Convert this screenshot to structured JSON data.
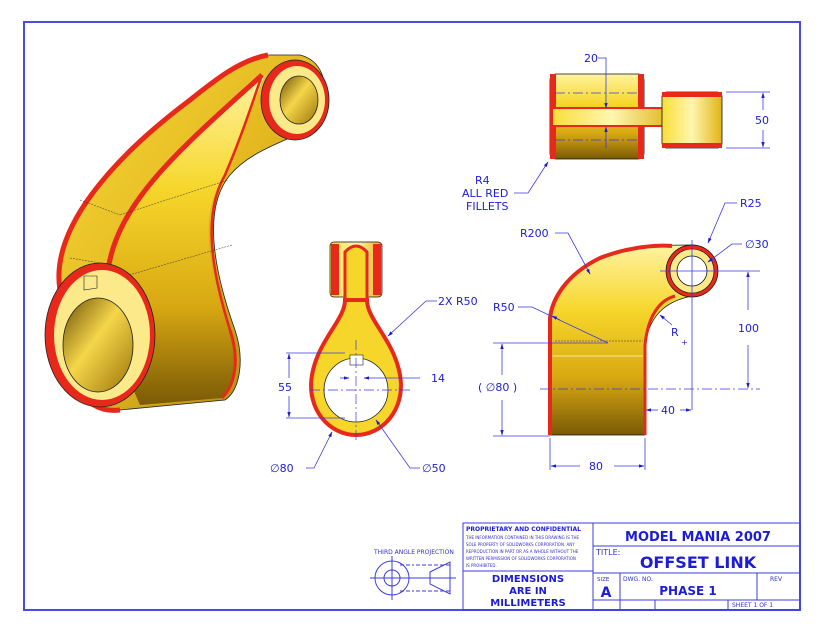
{
  "sheet": {
    "border_color": "#4a4ae8",
    "text_color": "#1c1cd8",
    "part_color_yellow": "#f3d21a",
    "part_color_dark": "#8a6a06",
    "fillet_color": "#e8281a"
  },
  "views": {
    "top_view": {
      "dim_thickness": "20",
      "dim_height": "50",
      "note_line1": "R4",
      "note_line2": "ALL RED",
      "note_line3": "FILLETS"
    },
    "side_view": {
      "dim_radius": "2X  R50",
      "dim_height": "55",
      "dim_keyway": "14",
      "dim_outer_dia": "∅80",
      "dim_inner_dia": "∅50"
    },
    "front_view": {
      "dim_r200": "R200",
      "dim_r25": "R25",
      "dim_dia30": "∅30",
      "dim_r50": "R50",
      "dim_r": "R",
      "dim_ref_dia80": "( ∅80 )",
      "dim_100": "100",
      "dim_40": "40",
      "dim_80": "80"
    }
  },
  "projection": {
    "label": "THIRD ANGLE PROJECTION"
  },
  "title_block": {
    "proprietary_heading": "PROPRIETARY AND CONFIDENTIAL",
    "proprietary_lines": [
      "THE INFORMATION CONTAINED IN THIS DRAWING IS THE",
      "SOLE PROPERTY OF SOLIDWORKS CORPORATION. ANY",
      "REPRODUCTION IN PART OR AS A WHOLE WITHOUT THE",
      "WRITTEN PERMISSION OF SOLIDWORKS CORPORATION",
      "IS PROHIBITED."
    ],
    "units_line1": "DIMENSIONS",
    "units_line2": "ARE IN",
    "units_line3": "MILLIMETERS",
    "company": "MODEL MANIA 2007",
    "title_label": "TITLE:",
    "title": "OFFSET LINK",
    "size_label": "SIZE",
    "size": "A",
    "dwg_no_label": "DWG.  NO.",
    "dwg_no": "PHASE 1",
    "rev_label": "REV",
    "rev": "",
    "sheet": "SHEET 1 OF 1"
  }
}
